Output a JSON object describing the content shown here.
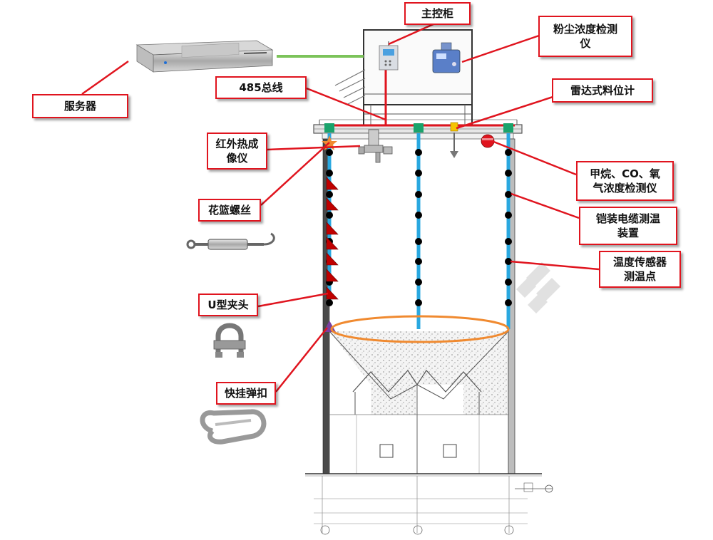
{
  "labels": {
    "main_cabinet": "主控柜",
    "dust_meter_l1": "粉尘浓度检测",
    "dust_meter_l2": "仪",
    "server": "服务器",
    "bus": "485总线",
    "radar_level": "雷达式料位计",
    "infrared_l1": "红外热成",
    "infrared_l2": "像仪",
    "gas_l1": "甲烷、CO、氧",
    "gas_l2": "气浓度检测仪",
    "turnbuckle": "花篮螺丝",
    "armored_cable_l1": "铠装电缆测温",
    "armored_cable_l2": "装置",
    "temp_sensor_l1": "温度传感器",
    "temp_sensor_l2": "测温点",
    "u_clamp": "U型夹头",
    "snap_hook": "快挂弹扣"
  },
  "colors": {
    "label_border": "#e0141e",
    "leader_line": "#e0141e",
    "cable": "#29a8e0",
    "sensor_point": "#000000",
    "turnbuckle_marker": "#c00000",
    "clamp_marker": "#7b3fa0",
    "ellipse": "#f08a30",
    "network_link": "#7cc35a",
    "cable_head": "#1aa36b"
  },
  "icons": [
    "server-icon",
    "controller-icon",
    "dust-meter-icon",
    "radar-icon",
    "infrared-camera-icon",
    "gas-detector-icon",
    "turnbuckle-icon",
    "u-clamp-icon",
    "snap-hook-icon"
  ]
}
